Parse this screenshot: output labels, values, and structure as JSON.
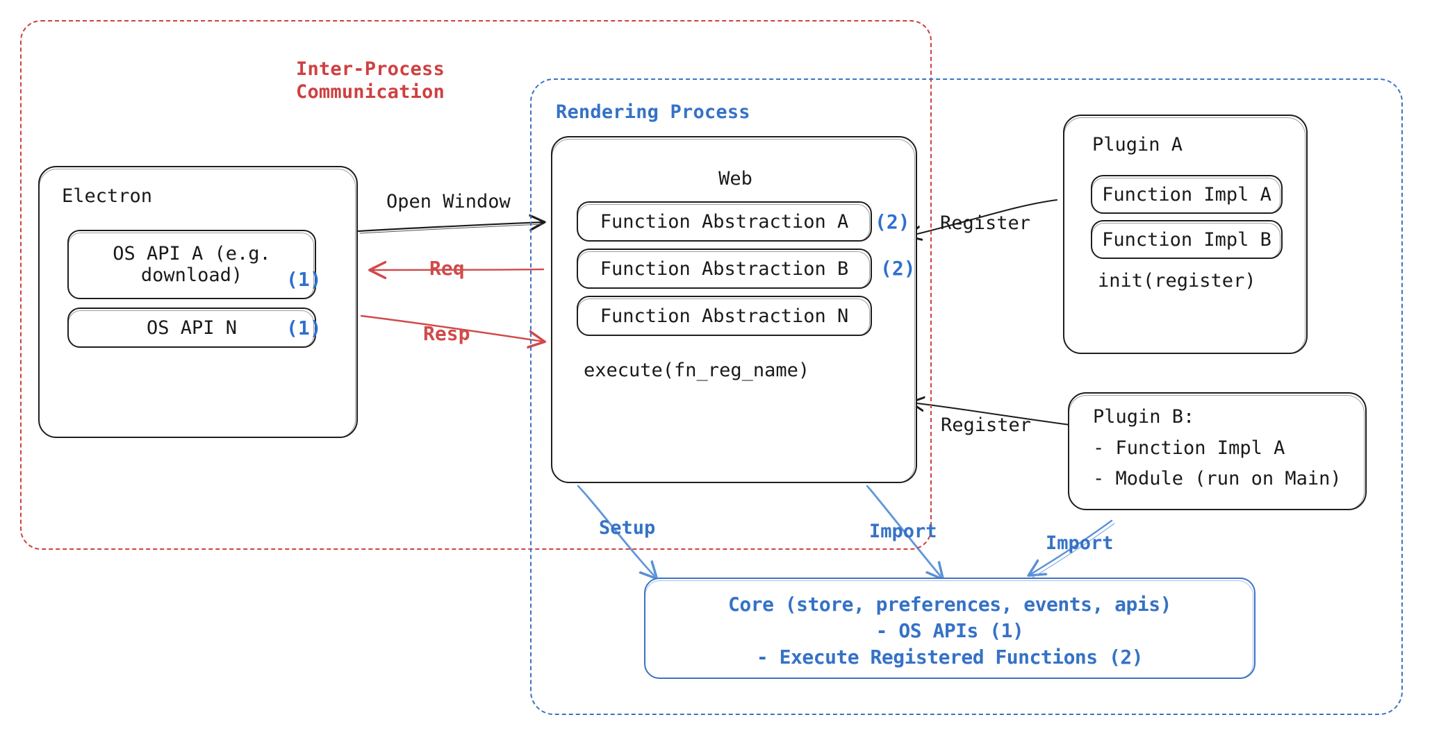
{
  "diagram": {
    "title": "Electron plugin architecture",
    "colors": {
      "red": "#cf4040",
      "blue": "#3572c6",
      "ink": "#1c1c1c",
      "background": "#ffffff"
    },
    "regions": [
      {
        "id": "ipc",
        "label": "Inter-Process\nCommunication",
        "color": "#cf4040"
      },
      {
        "id": "rendering",
        "label": "Rendering Process",
        "color": "#3572c6"
      }
    ],
    "boxes": {
      "electron": {
        "title": "Electron",
        "items": [
          {
            "label": "OS API A (e.g.\ndownload)",
            "mark": "(1)"
          },
          {
            "label": "OS API N",
            "mark": "(1)"
          }
        ]
      },
      "web": {
        "title": "Web",
        "items": [
          {
            "label": "Function Abstraction A",
            "mark": "(2)"
          },
          {
            "label": "Function Abstraction B",
            "mark": "(2)"
          },
          {
            "label": "Function Abstraction N",
            "mark": ""
          }
        ],
        "footer": "execute(fn_reg_name)"
      },
      "plugin_a": {
        "title": "Plugin A",
        "items": [
          {
            "label": "Function Impl A"
          },
          {
            "label": "Function Impl B"
          }
        ],
        "footer": "init(register)"
      },
      "plugin_b": {
        "lines": [
          "Plugin B:",
          "- Function Impl A",
          "- Module (run on Main)"
        ]
      },
      "core": {
        "lines": [
          "Core (store, preferences, events, apis)",
          "- OS APIs (1)",
          "- Execute Registered Functions (2)"
        ]
      }
    },
    "edges": [
      {
        "id": "open-window",
        "label": "Open Window",
        "color": "#1c1c1c",
        "from": "electron",
        "to": "web"
      },
      {
        "id": "req",
        "label": "Req",
        "color": "#d14a4a",
        "from": "web",
        "to": "electron"
      },
      {
        "id": "resp",
        "label": "Resp",
        "color": "#d14a4a",
        "from": "electron",
        "to": "web"
      },
      {
        "id": "register-a",
        "label": "Register",
        "color": "#1c1c1c",
        "from": "plugin_a",
        "to": "web"
      },
      {
        "id": "register-b",
        "label": "Register",
        "color": "#1c1c1c",
        "from": "plugin_b",
        "to": "web"
      },
      {
        "id": "setup",
        "label": "Setup",
        "color": "#3572c6",
        "from": "web",
        "to": "core"
      },
      {
        "id": "import-web",
        "label": "Import",
        "color": "#3572c6",
        "from": "web",
        "to": "core"
      },
      {
        "id": "import-plug",
        "label": "Import",
        "color": "#3572c6",
        "from": "plugin_b",
        "to": "core"
      }
    ]
  }
}
